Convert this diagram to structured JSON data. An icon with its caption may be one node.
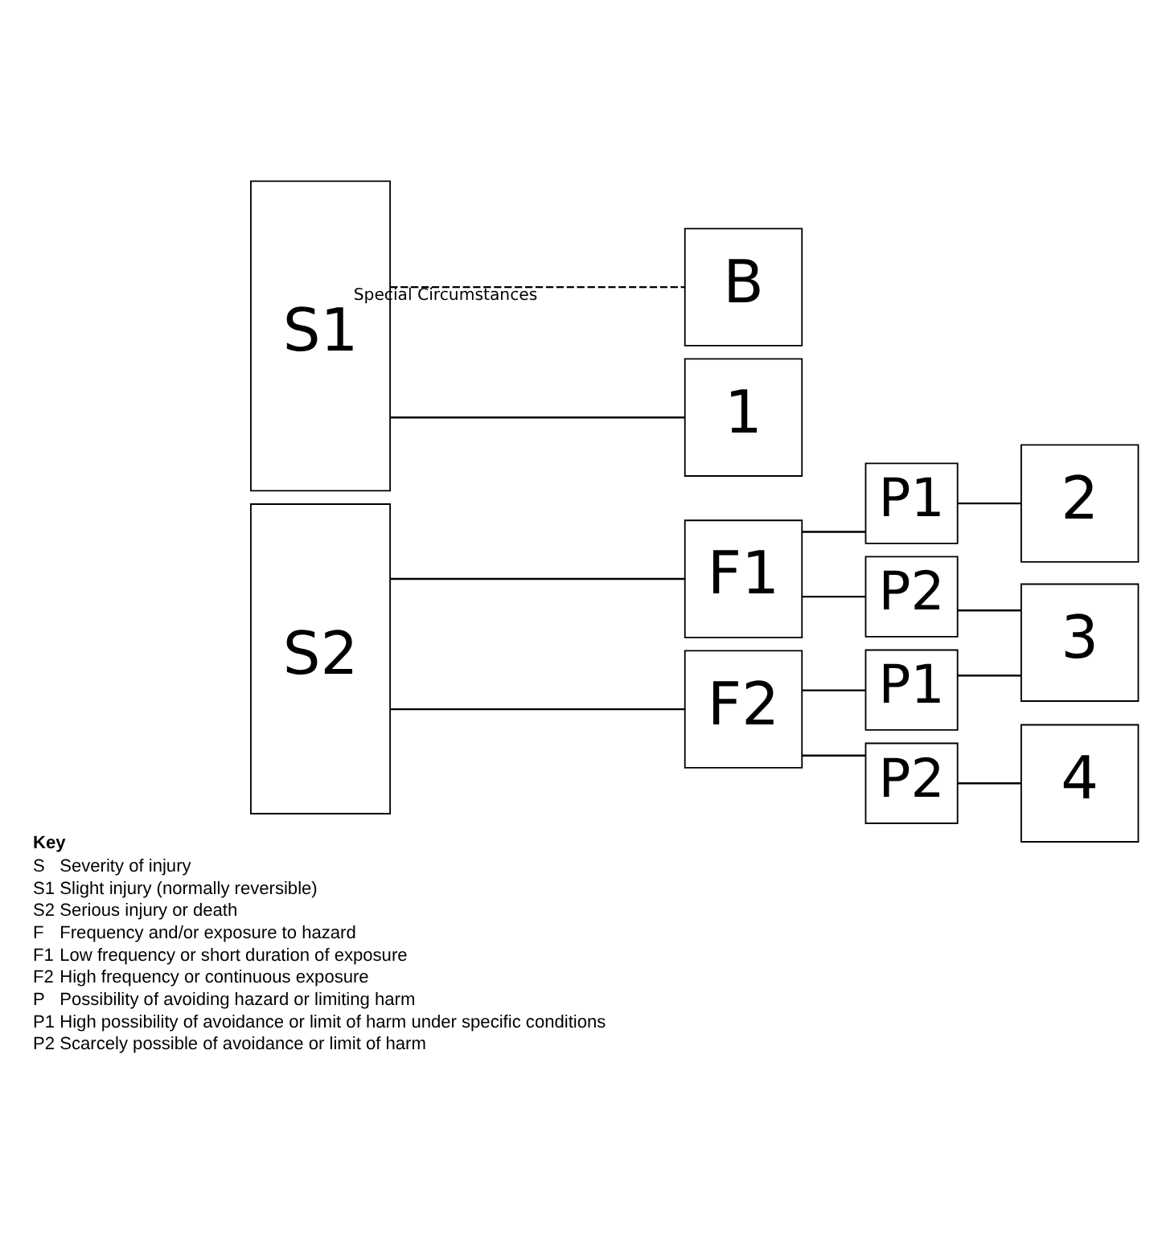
{
  "diagram": {
    "nodes": [
      {
        "text": [
          "S1"
        ]
      },
      {
        "text": [
          "B"
        ]
      },
      {
        "text": [
          "1"
        ]
      },
      {
        "text": [
          "S2"
        ]
      },
      {
        "text": [
          "F1"
        ]
      },
      {
        "text": [
          "P1"
        ]
      },
      {
        "text": [
          "2"
        ]
      },
      {
        "text": [
          "P2"
        ]
      },
      {
        "text": [
          "3"
        ]
      },
      {
        "text": [
          "F2"
        ]
      },
      {
        "text": [
          "P1"
        ]
      },
      {
        "text": [
          "P2"
        ]
      },
      {
        "text": [
          "4"
        ]
      }
    ],
    "edges": [
      {
        "from": 0,
        "to": 1,
        "arrow": "none",
        "style": "dashed",
        "label": "Special Circumstances"
      },
      {
        "from": 0,
        "to": 2,
        "arrow": "none"
      },
      {
        "from": 3,
        "to": 4,
        "arrow": "none"
      },
      {
        "from": 3,
        "to": 9,
        "arrow": "none"
      },
      {
        "from": 4,
        "to": 5,
        "arrow": "none"
      },
      {
        "from": 4,
        "to": 7,
        "arrow": "none"
      },
      {
        "from": 5,
        "to": 6,
        "arrow": "none"
      },
      {
        "from": 7,
        "to": 8,
        "arrow": "none"
      },
      {
        "from": 9,
        "to": 10,
        "arrow": "none"
      },
      {
        "from": 9,
        "to": 11,
        "arrow": "none"
      },
      {
        "from": 10,
        "to": 8,
        "arrow": "none"
      },
      {
        "from": 11,
        "to": 12,
        "arrow": "none"
      }
    ],
    "labels": [
      "Key",
      "S",
      "Severity of injury",
      "S1",
      "Slight injury (normally reversible)",
      "S2",
      "Serious injury or death",
      "F",
      "Frequency and/or exposure to hazard",
      "F1",
      "Low frequency or short duration of exposure",
      "F2",
      "High frequency or continuous exposure",
      "P",
      "Possibility of avoiding hazard or limiting harm",
      "P1",
      "High possibility of avoidance or limit of harm under specific conditions",
      "P2",
      "Scarcely possible of avoidance or limit of harm"
    ]
  }
}
